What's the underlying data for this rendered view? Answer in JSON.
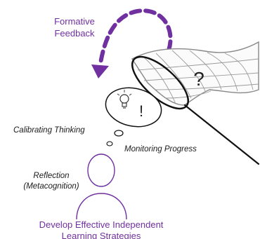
{
  "labels": {
    "formative_feedback": [
      "Formative",
      "Feedback"
    ],
    "calibrating_thinking": "Calibrating Thinking",
    "monitoring_progress": "Monitoring Progress",
    "reflection": [
      "Reflection",
      "(Metacognition)"
    ],
    "develop_strategies": [
      "Develop Effective Independent",
      "Learning Strategies"
    ],
    "thought_bubble_exclamation": "!",
    "net_question_mark": "?"
  },
  "colors": {
    "purple": "#7030a0",
    "ink": "#111111",
    "net_gray": "#888888"
  },
  "icons": {
    "feedback_arrow": "curved-dashed-arrow-icon",
    "net": "butterfly-net-icon",
    "thought": "thought-bubble-icon",
    "bulb": "lightbulb-icon",
    "learner": "person-outline-icon"
  }
}
